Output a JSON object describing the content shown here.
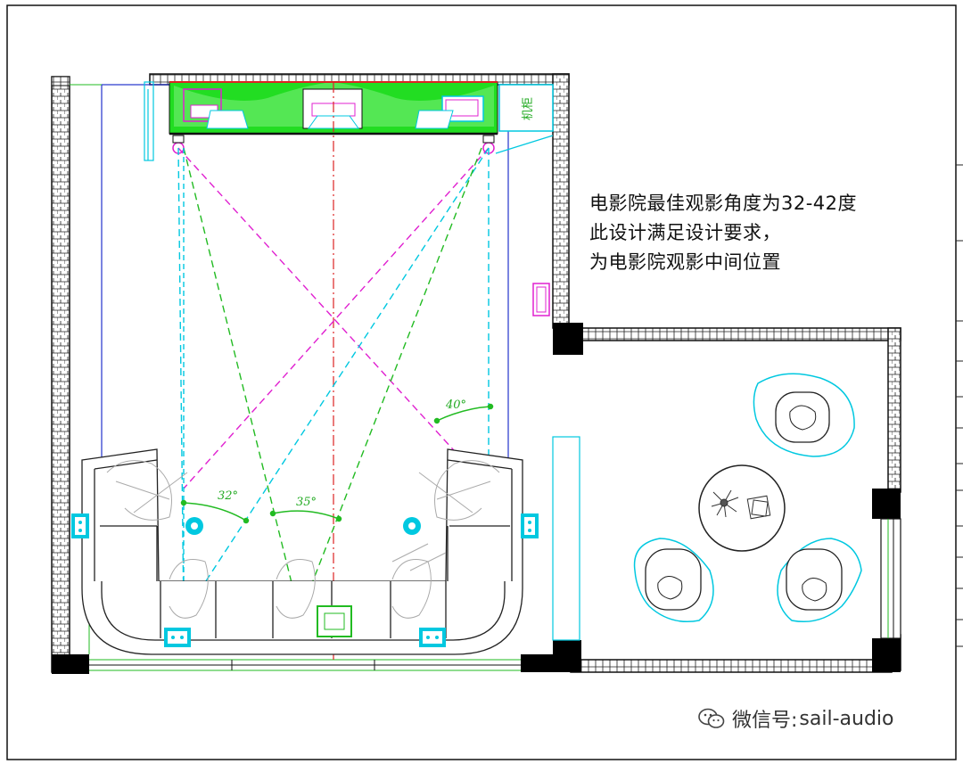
{
  "notes": {
    "line1": "电影院最佳观影角度为32-42度",
    "line2": "此设计满足设计要求，",
    "line3": "为电影院观影中间位置"
  },
  "labels": {
    "cabinet": "机柜",
    "angle_left": "32°",
    "angle_mid": "35°",
    "angle_right": "40°"
  },
  "watermark": {
    "prefix": "微信号:",
    "account": "sail-audio"
  },
  "colors": {
    "wall": "#111111",
    "screen": "#22dd22",
    "cyan": "#00c8e0",
    "magenta": "#e020d0",
    "green_dash": "#22bb22",
    "blue": "#2233cc",
    "red": "#dd2222"
  }
}
